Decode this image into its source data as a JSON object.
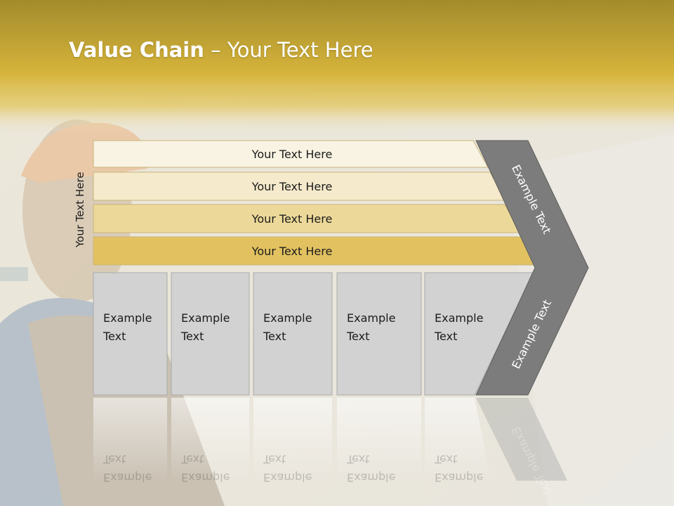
{
  "slide": {
    "title_bold": "Value Chain",
    "title_rest": " – Your Text Here",
    "side_label": "Your Text Here"
  },
  "rows": [
    {
      "label": "Your Text Here",
      "color": "#f8f3e2"
    },
    {
      "label": "Your Text Here",
      "color": "#f5eacb"
    },
    {
      "label": "Your Text Here",
      "color": "#ecd999"
    },
    {
      "label": "Your Text Here",
      "color": "#e2c260"
    }
  ],
  "columns": [
    {
      "line1": "Example",
      "line2": "Text"
    },
    {
      "line1": "Example",
      "line2": "Text"
    },
    {
      "line1": "Example",
      "line2": "Text"
    },
    {
      "line1": "Example",
      "line2": "Text"
    },
    {
      "line1": "Example",
      "line2": "Text"
    }
  ],
  "chevron": {
    "upper_label": "Example Text",
    "lower_label": "Example Text"
  },
  "colors": {
    "header_gold": "#c9a630",
    "column_fill": "#d2d2d2",
    "chevron_fill": "#7c7c7c"
  }
}
